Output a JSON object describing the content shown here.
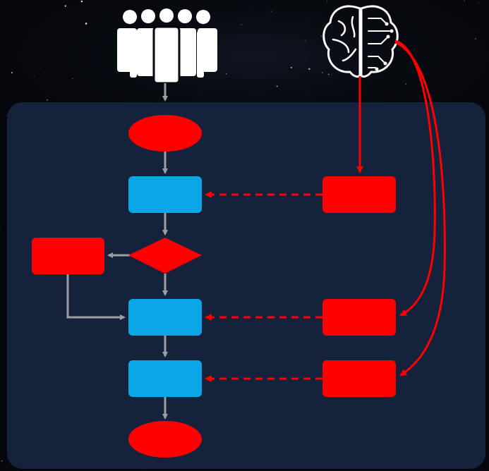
{
  "colors": {
    "background": "#05070c",
    "panel": "#14233b",
    "process": "#0aa6e6",
    "ai": "#ff0000",
    "arrow_gray": "#9a9ea3",
    "ai_arrow": "#ff0000",
    "icon": "#ffffff"
  },
  "icons": {
    "users": "group-of-people-icon",
    "brain": "circuit-brain-icon"
  },
  "nodes": {
    "start": {
      "shape": "oval",
      "label": ""
    },
    "step1": {
      "shape": "rectangle",
      "label": ""
    },
    "decision": {
      "shape": "diamond",
      "label": ""
    },
    "branch": {
      "shape": "rectangle",
      "label": ""
    },
    "step2": {
      "shape": "rectangle",
      "label": ""
    },
    "step3": {
      "shape": "rectangle",
      "label": ""
    },
    "end": {
      "shape": "oval",
      "label": ""
    },
    "ai_task1": {
      "shape": "rectangle",
      "label": ""
    },
    "ai_task2": {
      "shape": "rectangle",
      "label": ""
    },
    "ai_task3": {
      "shape": "rectangle",
      "label": ""
    }
  },
  "edges": [
    {
      "from": "users",
      "to": "start",
      "style": "solid"
    },
    {
      "from": "start",
      "to": "step1",
      "style": "solid"
    },
    {
      "from": "step1",
      "to": "decision",
      "style": "solid"
    },
    {
      "from": "decision",
      "to": "branch",
      "style": "solid"
    },
    {
      "from": "decision",
      "to": "step2",
      "style": "solid"
    },
    {
      "from": "branch",
      "to": "step2",
      "style": "solid"
    },
    {
      "from": "step2",
      "to": "step3",
      "style": "solid"
    },
    {
      "from": "step3",
      "to": "end",
      "style": "solid"
    },
    {
      "from": "brain",
      "to": "ai_task1",
      "style": "solid"
    },
    {
      "from": "brain",
      "to": "ai_task2",
      "style": "curved"
    },
    {
      "from": "brain",
      "to": "ai_task3",
      "style": "curved"
    },
    {
      "from": "ai_task1",
      "to": "step1",
      "style": "dashed"
    },
    {
      "from": "ai_task2",
      "to": "step2",
      "style": "dashed"
    },
    {
      "from": "ai_task3",
      "to": "step3",
      "style": "dashed"
    }
  ]
}
